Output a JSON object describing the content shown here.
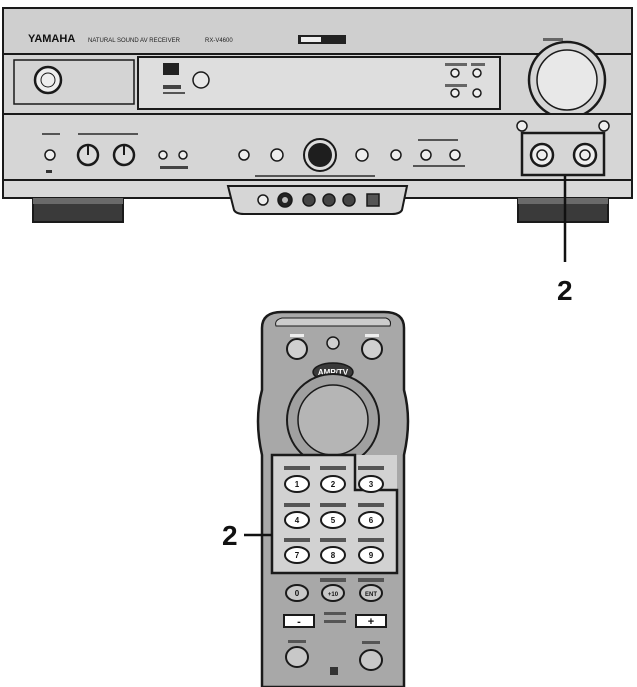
{
  "receiver": {
    "brand": "YAMAHA",
    "model_line": "NATURAL SOUND AV RECEIVER",
    "model_number": "RX-V4600"
  },
  "remote": {
    "amp_label": "AMP/TV",
    "key_labels": [
      "1",
      "2",
      "3",
      "4",
      "5",
      "6",
      "7",
      "8",
      "9",
      "0",
      "+10",
      "ENT",
      "+",
      "-"
    ]
  },
  "callouts": {
    "front_panel_label": "2",
    "remote_label": "2"
  },
  "colors": {
    "line": "#1a1a1a",
    "panel": "#d8d8d8",
    "remote_body": "#a9a9a9",
    "button": "#ffffff"
  }
}
